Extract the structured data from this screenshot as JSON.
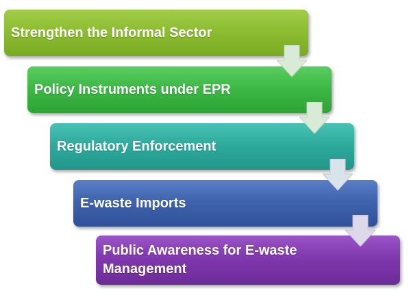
{
  "steps": [
    {
      "label": "Strengthen the Informal Sector",
      "color": "#8dbd32"
    },
    {
      "label": "Policy Instruments under EPR",
      "color": "#3db845"
    },
    {
      "label": "Regulatory Enforcement",
      "color": "#2eab9d"
    },
    {
      "label": "E-waste Imports",
      "color": "#3f63ad"
    },
    {
      "label": "Public Awareness for E-waste\nManagement",
      "color": "#8038ad"
    }
  ],
  "arrow_color": "#d9ead7",
  "arrow_icon": "down-arrow-icon"
}
